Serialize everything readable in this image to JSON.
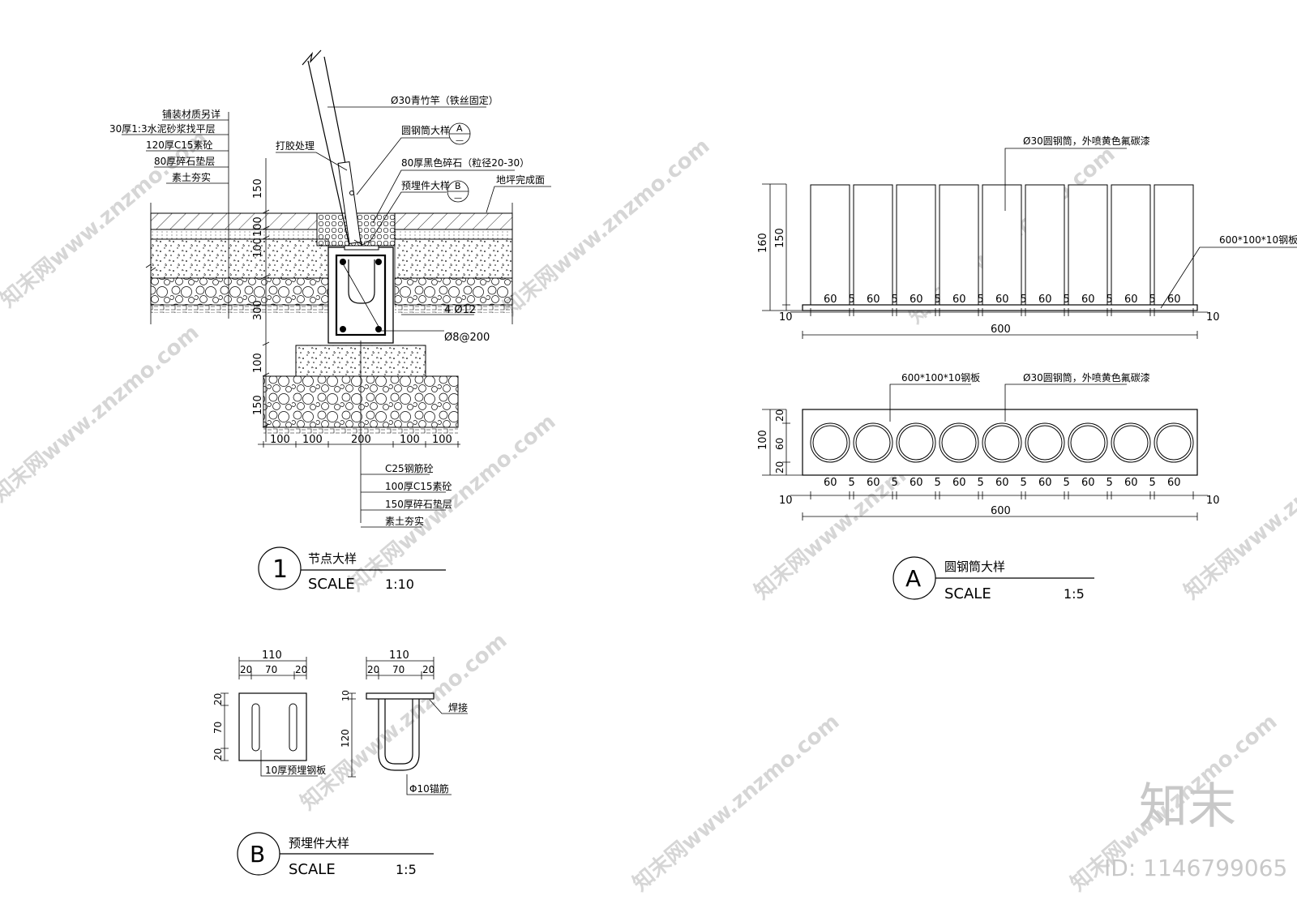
{
  "detail1": {
    "left_labels": [
      "铺装材质另详",
      "30厚1:3水泥砂浆找平层",
      "120厚C15素砼",
      "80厚碎石垫层",
      "素土夯实"
    ],
    "pole_label": "Ø30青竹竿（铁丝固定）",
    "grind_label": "打胶处理",
    "tube_ref_label": "圆钢筒大样",
    "stone_label": "80厚黑色碎石（粒径20-30）",
    "embed_ref_label": "预埋件大样",
    "ground_label": "地坪完成面",
    "rebar_main": "4 Ø12",
    "rebar_stirrup": "Ø8@200",
    "bottom_labels": [
      "C25钢筋砼",
      "100厚C15素砼",
      "150厚碎石垫层",
      "素土夯实"
    ],
    "vdims": [
      "150",
      "100",
      "100",
      "300",
      "100",
      "150"
    ],
    "hdims": [
      "100",
      "100",
      "200",
      "100",
      "100"
    ],
    "ref_a_letter": "A",
    "ref_b_letter": "B",
    "ref_dash": "—",
    "title_num": "1",
    "title": "节点大样",
    "scale_label": "SCALE",
    "scale": "1:10"
  },
  "detailA": {
    "elev_label": "Ø30圆钢筒，外喷黄色氟碳漆",
    "plate_label": "600*100*10钢板",
    "plan_plate_label": "600*100*10钢板",
    "plan_tube_label": "Ø30圆钢筒，外喷黄色氟碳漆",
    "elev_vdims": [
      "160",
      "150"
    ],
    "plan_vdims": [
      "100",
      "20",
      "60",
      "20"
    ],
    "bottom_dims": [
      "60",
      "5",
      "60",
      "5",
      "60",
      "5",
      "60",
      "5",
      "60",
      "5",
      "60",
      "5",
      "60",
      "5",
      "60",
      "5",
      "60"
    ],
    "edge_dim": "10",
    "total": "600",
    "title_letter": "A",
    "title": "圆钢筒大样",
    "scale_label": "SCALE",
    "scale": "1:5"
  },
  "detailB": {
    "top_total": "110",
    "top_dims": [
      "20",
      "70",
      "20"
    ],
    "left_vdims": [
      "20",
      "70",
      "20"
    ],
    "right_top_total": "110",
    "right_top_dims": [
      "20",
      "70",
      "20"
    ],
    "right_vdims": [
      "10",
      "120"
    ],
    "weld_label": "焊接",
    "plate_label": "10厚预埋钢板",
    "rebar_label": "Φ10锚筋",
    "title_letter": "B",
    "title": "预埋件大样",
    "scale_label": "SCALE",
    "scale": "1:5"
  },
  "watermark": {
    "logo": "知末",
    "id": "ID: 1146799065",
    "tile": "知末网www.znzmo.com"
  }
}
